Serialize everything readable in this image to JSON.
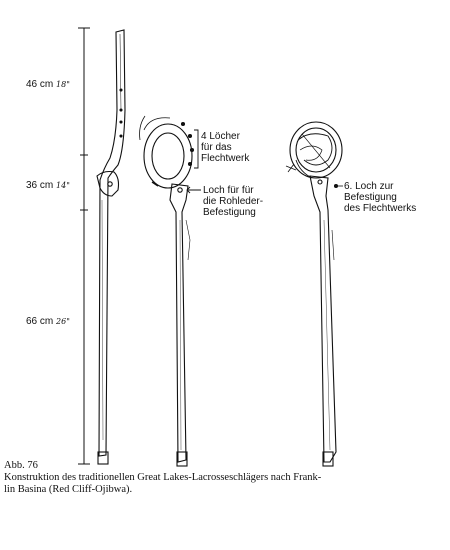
{
  "measures": [
    {
      "cm": "46 cm",
      "inch": "18\""
    },
    {
      "cm": "36 cm",
      "inch": "14\""
    },
    {
      "cm": "66 cm",
      "inch": "26\""
    }
  ],
  "labels": {
    "holes_line1": "4 Löcher",
    "holes_line2": "für das",
    "holes_line3": "Flechtwerk",
    "rawhide_line1": "Loch für für",
    "rawhide_line2": "die Rohleder-",
    "rawhide_line3": "Befestigung",
    "sixth_line1": "6. Loch zur",
    "sixth_line2": "Befestigung",
    "sixth_line3": "des Flechtwerks"
  },
  "caption": {
    "title": "Abb. 76",
    "text_line1": "Konstruktion des traditionellen Great Lakes-Lacrosseschlägers nach Frank-",
    "text_line2": "lin Basina (Red Cliff-Ojibwa)."
  },
  "colors": {
    "ink": "#111111",
    "paper": "#ffffff"
  }
}
